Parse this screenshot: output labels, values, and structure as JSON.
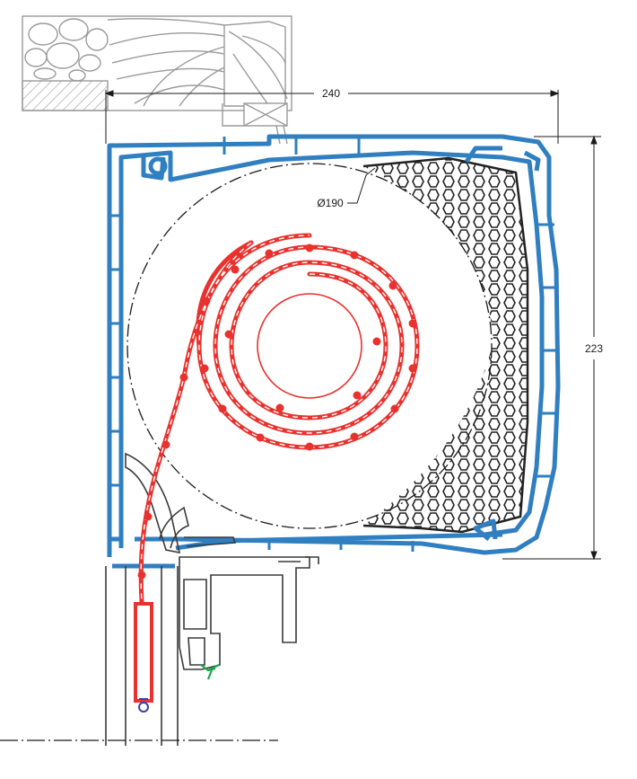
{
  "dimensions": {
    "width_label": "240",
    "height_label": "223",
    "diameter_label": "Ø190"
  },
  "colors": {
    "box_profile": "#2f7fc1",
    "curtain": "#e8322e",
    "lintel_hatch": "#9a9a9a",
    "frame": "#3a3a3a",
    "dimension_lines": "#1a1a1a",
    "insulation": "#222222",
    "seal": "#1aa64b",
    "end_cap": "#3d3fa8"
  }
}
